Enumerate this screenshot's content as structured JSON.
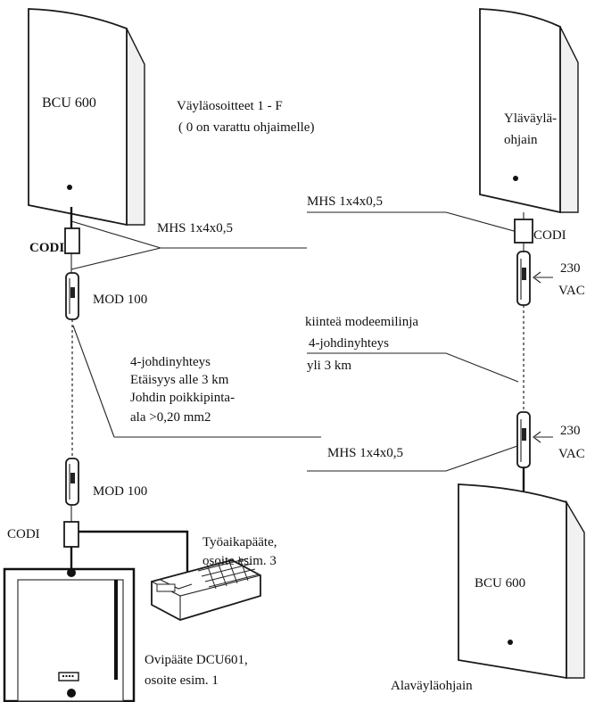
{
  "labels": {
    "bcu_top_left": "BCU 600",
    "addresses_line1": "Väyläosoitteet 1 - F",
    "addresses_line2": "( 0 on varattu ohjaimelle)",
    "upper_controller_line1": "Yläväylä-",
    "upper_controller_line2": "ohjain",
    "mhs_left": "MHS 1x4x0,5",
    "mhs_top_right": "MHS 1x4x0,5",
    "codi_left": "CODI",
    "codi_right": "CODI",
    "mod_top": "MOD 100",
    "vac_top_line1": "230",
    "vac_top_line2": "VAC",
    "fixed_modem_line": "kiinteä modeemilinja",
    "four_wire_right": "4-johdinyhteys",
    "over_3km": "yli 3 km",
    "four_wire_left": "4-johdinyhteys",
    "distance": "Etäisyys alle 3 km",
    "wire_cross_line1": "Johdin poikkipinta-",
    "wire_cross_line2": "ala >0,20 mm2",
    "vac_bottom_line1": "230",
    "vac_bottom_line2": "VAC",
    "mhs_bottom": "MHS 1x4x0,5",
    "mod_bottom": "MOD 100",
    "codi_bottom": "CODI",
    "time_terminal_line1": "Työaikapääte,",
    "time_terminal_line2": "osoite esim. 3",
    "bcu_bottom_right": "BCU 600",
    "door_terminal_line1": "Ovipääte DCU601,",
    "door_terminal_line2": "osoite esim. 1",
    "lower_controller": "Alaväyläohjain"
  },
  "colors": {
    "line": "#222222",
    "device_face": "#ffffff",
    "device_side": "#f1f1f1",
    "background": "#ffffff"
  }
}
